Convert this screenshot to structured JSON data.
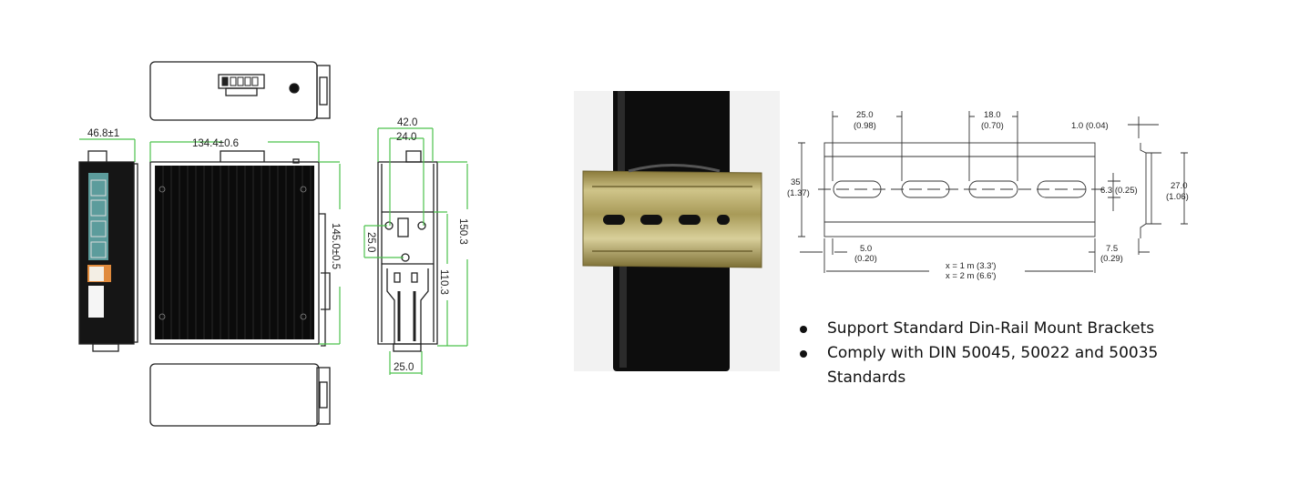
{
  "switch_drawing": {
    "dims": {
      "width_front": "46.8±1",
      "length": "134.4±0.6",
      "height": "145.0±0.5",
      "depth": "42.0",
      "clip_width": "24.0",
      "clip_offset": "25.0",
      "total_height": "150.3",
      "clip_height": "110.3",
      "clip_bottom": "25.0"
    },
    "colors": {
      "dimension_line": "#4cc24c",
      "body": "#111111",
      "port_teal": "#5c9c9c",
      "sfp_orange": "#e08a3c"
    }
  },
  "rail_drawing": {
    "pitch": "25.0",
    "pitch_in": "(0.98)",
    "slot_len": "18.0",
    "slot_len_in": "(0.70)",
    "thickness": "1.0 (0.04)",
    "width": "35",
    "width_in": "(1.37)",
    "slot_width": "6.3 (0.25)",
    "profile_depth": "27.0",
    "profile_depth_in": "(1.06)",
    "start": "5.0",
    "start_in": "(0.20)",
    "end": "7.5",
    "end_in": "(0.29)",
    "length_1": "x = 1 m (3.3')",
    "length_2": "x = 2 m (6.6')"
  },
  "features": [
    "Support Standard Din-Rail Mount Brackets",
    "Comply with DIN 50045, 50022 and 50035 Standards"
  ]
}
